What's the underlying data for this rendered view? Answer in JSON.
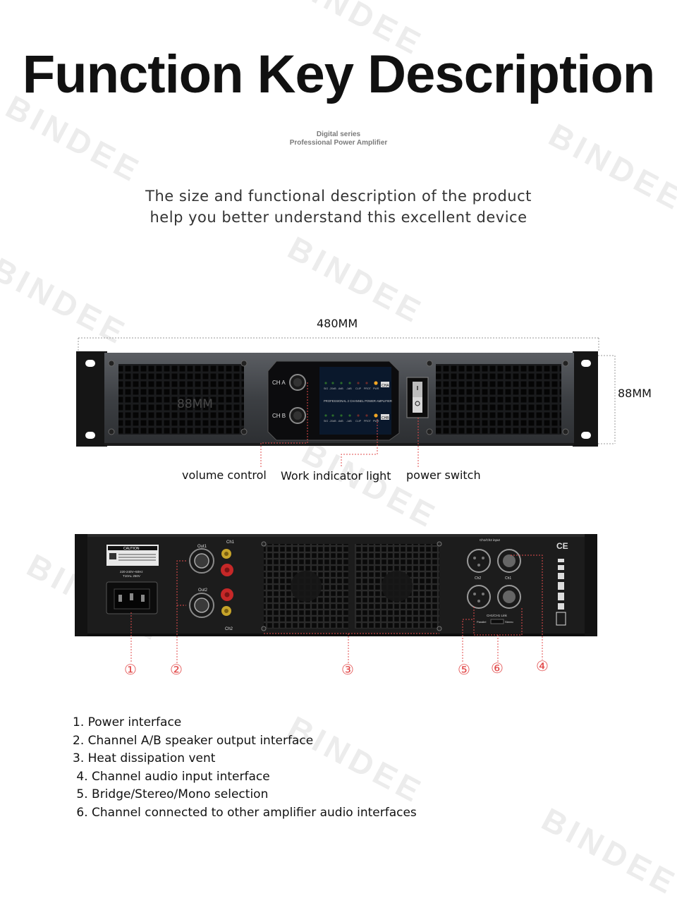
{
  "watermark": "BINDEE",
  "title": "Function Key Description",
  "subtitle": {
    "line1": "Digital series",
    "line2": "Professional Power Amplifier"
  },
  "intro": {
    "line1": "The size and functional description of the product",
    "line2": "help you better understand this excellent device"
  },
  "dimensions": {
    "width_label": "480MM",
    "height_label": "88MM",
    "ghost_label": "88MM"
  },
  "front_panel": {
    "ch_a": "CH A",
    "ch_b": "CH B",
    "display_header": "PROFESSIONAL 2 CHANNEL POWER AMPLIFIER",
    "meter_labels": [
      "SIG",
      "-20dB",
      "-6dB",
      "-1dB",
      "CLIP",
      "PROT",
      "PWR"
    ],
    "cha_tag": "CHA",
    "chb_tag": "CHB"
  },
  "front_callouts": {
    "volume": "volume control",
    "indicator": "Work indicator light",
    "power": "power switch"
  },
  "rear_panel": {
    "caution": "CAUTION",
    "voltage": "220-240V~50Hz",
    "fuse": "T10AL 250V",
    "out1": "Out1",
    "out2": "Out2",
    "ch1": "Ch1",
    "ch2": "Ch2",
    "input_header": "Ch1/Ch2 input",
    "ch1_in": "Ch1",
    "ch2_in": "Ch2",
    "link": "CH1/CH1 Link",
    "parallel": "Parallel",
    "stereo": "Stereo",
    "ce": "CE"
  },
  "rear_numbers": [
    "①",
    "②",
    "③",
    "⑤",
    "⑥",
    "④"
  ],
  "descriptions": [
    "1. Power interface",
    "2. Channel A/B speaker output interface",
    "3. Heat dissipation vent",
    " 4. Channel audio input interface",
    " 5. Bridge/Stereo/Mono selection",
    " 6. Channel connected to other amplifier audio interfaces"
  ],
  "colors": {
    "accent": "#e24b4b",
    "chassis": "#1c1c1c",
    "panel": "#4a4d52",
    "led": "#f2a623"
  }
}
